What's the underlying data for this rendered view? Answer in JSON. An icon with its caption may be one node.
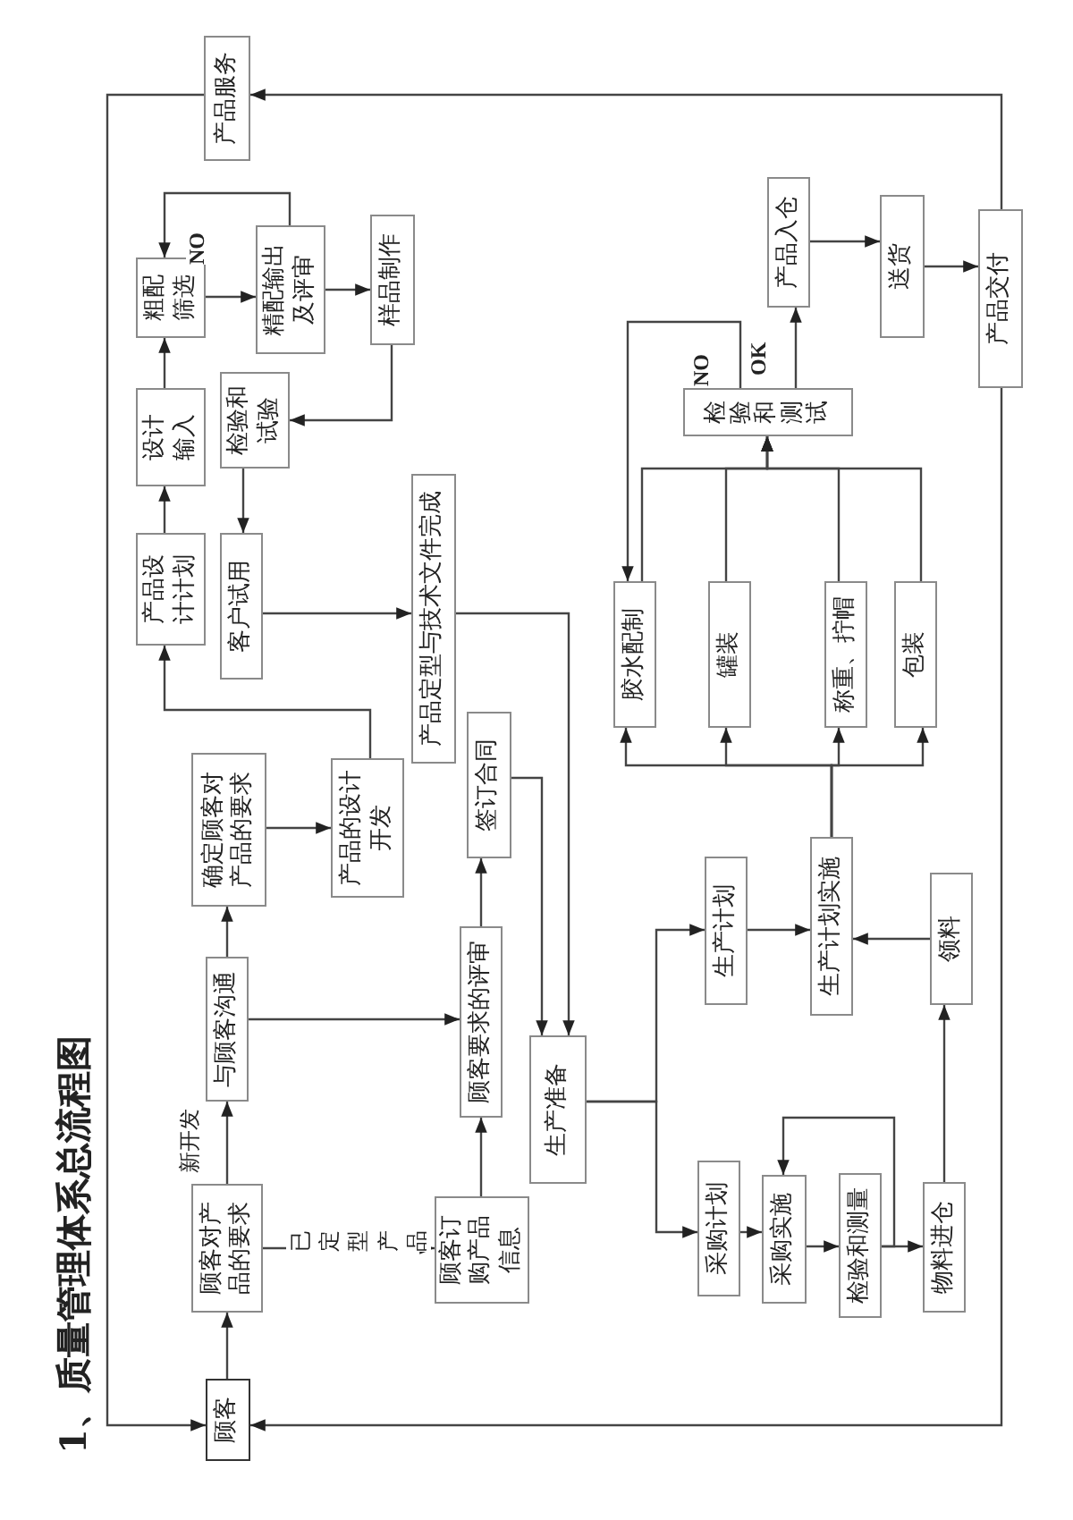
{
  "diagram": {
    "title": "1、质量管理体系总流程图",
    "nodes": [
      {
        "text": [
          "产品服务"
        ]
      },
      {
        "text": [
          "粗配筛选"
        ]
      },
      {
        "text": [
          "精配输出及评审"
        ]
      },
      {
        "text": [
          "样品制作"
        ]
      },
      {
        "text": [
          "设计输入"
        ]
      },
      {
        "text": [
          "检验和试验"
        ]
      },
      {
        "text": [
          "产品设计计划"
        ]
      },
      {
        "text": [
          "客户试用"
        ]
      },
      {
        "text": [
          "产品定型与技术文件完成"
        ]
      },
      {
        "text": [
          "确定顾客对产品的要求"
        ]
      },
      {
        "text": [
          "产品的设计开发"
        ]
      },
      {
        "text": [
          "签订合同"
        ]
      },
      {
        "text": [
          "产品入仓"
        ]
      },
      {
        "text": [
          "送货"
        ]
      },
      {
        "text": [
          "产品交付"
        ]
      },
      {
        "text": [
          "检验和测试"
        ]
      },
      {
        "text": [
          "胶水配制"
        ]
      },
      {
        "text": [
          "罐装"
        ]
      },
      {
        "text": [
          "称重、拧帽"
        ]
      },
      {
        "text": [
          "包装"
        ]
      },
      {
        "text": [
          "生产计划"
        ]
      },
      {
        "text": [
          "生产计划实施"
        ]
      },
      {
        "text": [
          "领料"
        ]
      },
      {
        "text": [
          "与顾客沟通"
        ]
      },
      {
        "text": [
          "顾客要求的评审"
        ]
      },
      {
        "text": [
          "生产准备"
        ]
      },
      {
        "text": [
          "采购计划"
        ]
      },
      {
        "text": [
          "采购实施"
        ]
      },
      {
        "text": [
          "检验和测量"
        ]
      },
      {
        "text": [
          "物料进仓"
        ]
      },
      {
        "text": [
          "顾客对产品的要求"
        ]
      },
      {
        "text": [
          "顾客订购产品信息"
        ]
      },
      {
        "text": [
          "顾客"
        ]
      }
    ],
    "edges": [
      {
        "from": 32,
        "to": 30,
        "arrow": "to"
      },
      {
        "from": 30,
        "to": 23,
        "arrow": "to",
        "label": "新开发"
      },
      {
        "from": 30,
        "to": 31,
        "arrow": "to",
        "label": "已定型产品"
      },
      {
        "from": 23,
        "to": 9,
        "arrow": "to"
      },
      {
        "from": 23,
        "to": 24,
        "arrow": "to"
      },
      {
        "from": 31,
        "to": 24,
        "arrow": "to"
      },
      {
        "from": 9,
        "to": 10,
        "arrow": "to"
      },
      {
        "from": 10,
        "to": 6,
        "arrow": "to"
      },
      {
        "from": 6,
        "to": 4,
        "arrow": "to"
      },
      {
        "from": 4,
        "to": 1,
        "arrow": "to"
      },
      {
        "from": 1,
        "to": 2,
        "arrow": "to"
      },
      {
        "from": 2,
        "to": 1,
        "arrow": "to",
        "label": "NO"
      },
      {
        "from": 2,
        "to": 3,
        "arrow": "to"
      },
      {
        "from": 3,
        "to": 5,
        "arrow": "to"
      },
      {
        "from": 5,
        "to": 7,
        "arrow": "to"
      },
      {
        "from": 7,
        "to": 8,
        "arrow": "to"
      },
      {
        "from": 8,
        "to": 25,
        "arrow": "to"
      },
      {
        "from": 24,
        "to": 11,
        "arrow": "to"
      },
      {
        "from": 11,
        "to": 25,
        "arrow": "to"
      },
      {
        "from": 25,
        "to": 20,
        "arrow": "to"
      },
      {
        "from": 25,
        "to": 26,
        "arrow": "to"
      },
      {
        "from": 26,
        "to": 27,
        "arrow": "to"
      },
      {
        "from": 27,
        "to": 28,
        "arrow": "to"
      },
      {
        "from": 28,
        "to": 29,
        "arrow": "to"
      },
      {
        "from": 28,
        "to": 27,
        "arrow": "to"
      },
      {
        "from": 29,
        "to": 22,
        "arrow": "to"
      },
      {
        "from": 22,
        "to": 21,
        "arrow": "to"
      },
      {
        "from": 20,
        "to": 21,
        "arrow": "to"
      },
      {
        "from": 21,
        "to": 16,
        "arrow": "to"
      },
      {
        "from": 21,
        "to": 17,
        "arrow": "to"
      },
      {
        "from": 21,
        "to": 18,
        "arrow": "to"
      },
      {
        "from": 21,
        "to": 19,
        "arrow": "to"
      },
      {
        "from": 16,
        "to": 15,
        "arrow": "to"
      },
      {
        "from": 17,
        "to": 15,
        "arrow": "to"
      },
      {
        "from": 18,
        "to": 15,
        "arrow": "to"
      },
      {
        "from": 19,
        "to": 15,
        "arrow": "to"
      },
      {
        "from": 15,
        "to": 16,
        "arrow": "to",
        "label": "NO"
      },
      {
        "from": 15,
        "to": 12,
        "arrow": "to",
        "label": "OK"
      },
      {
        "from": 12,
        "to": 13,
        "arrow": "to"
      },
      {
        "from": 13,
        "to": 14,
        "arrow": "to"
      },
      {
        "from": 14,
        "to": 0,
        "arrow": "to"
      },
      {
        "from": 14,
        "to": 32,
        "arrow": "to"
      },
      {
        "from": 0,
        "to": 32,
        "arrow": "to"
      }
    ]
  }
}
